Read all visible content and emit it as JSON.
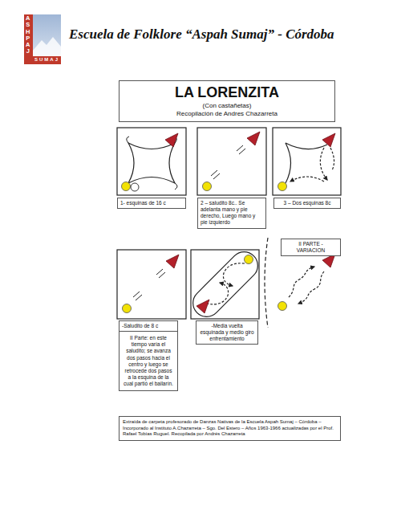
{
  "diagram": {
    "title": "Escuela de Folklore “Aspah Sumaj” - Córdoba",
    "nodes": [
      {
        "text": [
          "LA LORENZITA",
          "(Con castañetas)",
          "Recopilación de Andres Chazarreta"
        ]
      },
      {
        "text": [
          "1- esquinas de 16 c"
        ]
      },
      {
        "text": [
          "2 – saludito 8c.. Se adelanta mano y pie derecho, Luego mano y pie izquierdo"
        ]
      },
      {
        "text": [
          "3 – Dos esquinas 8c"
        ]
      },
      {
        "text": [
          "II PARTE - VARIACION"
        ]
      },
      {
        "text": [
          "-Saludito de 8 c"
        ]
      },
      {
        "text": [
          "II Parte: en este tiempo varía el saludito; se avanza dos pasos hacia el centro y luego se retrocede dos pasos a la esquina de la cual partió el bailarín."
        ]
      },
      {
        "text": [
          "-Media vuelta esquinada y medio giro enfrentamiento"
        ]
      },
      {
        "text": [
          "Extraída de carpeta profesorado de Danzas Nativas de la Escuela Aspah Sumaj – Córdoba – Incorporado al Instituto A.Chazarreta – Sgo. Del Estero – Años 1963-1966 actualizadas por el Prof. Rafael Tobías Ruguel. Recopilada por Andrés Chazarreta"
        ]
      }
    ],
    "labels": [
      "ASHPAJ",
      "SUMAJ"
    ]
  }
}
